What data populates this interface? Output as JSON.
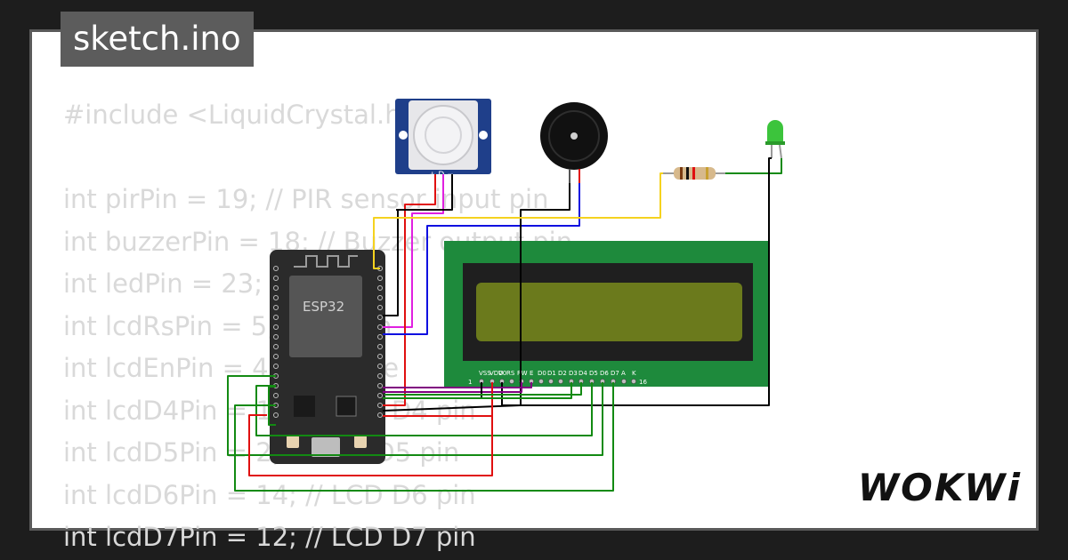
{
  "title_tab": {
    "label": "sketch.ino"
  },
  "code_lines": [
    "#include <LiquidCrystal.h>",
    "",
    "int pirPin = 19; // PIR sensor input pin",
    "int buzzerPin = 18; // Buzzer output pin",
    "int ledPin = 23; // LED",
    "int lcdRsPin = 5; // RS pin",
    "int lcdEnPin = 4; // Enable",
    "int lcdD4Pin = 16; // LCD D4 pin",
    "int lcdD5Pin = 2; // LCD D5 pin",
    "int lcdD6Pin = 14; // LCD D6 pin",
    "int lcdD7Pin = 12; // LCD D7 pin"
  ],
  "esp32": {
    "label": "ESP32"
  },
  "pir": {
    "pins": "+ D −"
  },
  "lcd": {
    "pin_labels": [
      "VSS",
      "VDD",
      "V0",
      "RS",
      "RW",
      "E",
      "D0",
      "D1",
      "D2",
      "D3",
      "D4",
      "D5",
      "D6",
      "D7",
      "A",
      "K"
    ],
    "pin_first": "1",
    "pin_last": "16"
  },
  "logo": {
    "text": "WOKWi"
  },
  "colors": {
    "frame": "#1d1d1d",
    "card_border": "#5a5a5a",
    "esp32_board": "#2b2b2b",
    "lcd_board": "#1e8a3c",
    "lcd_screen": "#6b7a1c",
    "pir_board": "#1f3f8a",
    "wire_green": "#128a12",
    "wire_red": "#e01010",
    "wire_black": "#000000",
    "wire_blue": "#1010e0",
    "wire_yellow": "#f5d21f",
    "wire_magenta": "#e020e0",
    "wire_purple": "#800080",
    "led_green": "#3cc43c"
  }
}
